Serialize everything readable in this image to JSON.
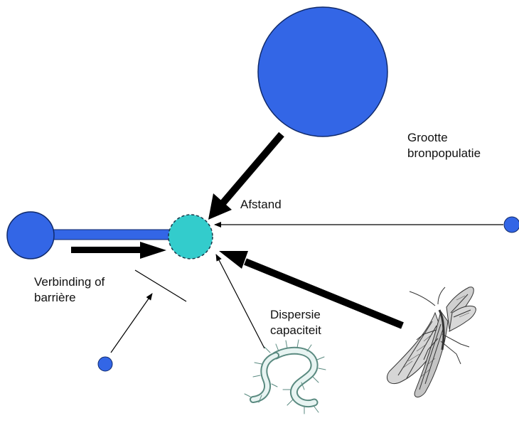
{
  "labels": {
    "source_size": [
      "Grootte",
      "bronpopulatie"
    ],
    "distance": "Afstand",
    "connection": [
      "Verbinding of",
      "barrière"
    ],
    "dispersal": [
      "Dispersie",
      "capaciteit"
    ]
  },
  "colors": {
    "source_fill": "#3366e6",
    "source_stroke": "#102a6b",
    "target_fill": "#33cccc",
    "target_stroke": "#1a3a4a",
    "arrow": "#000000",
    "insect_line": "#333333",
    "larva_line": "#5a8a80",
    "larva_fill": "#e8f4f2"
  },
  "icons": {
    "adult_insect": "caddisfly-icon",
    "larva": "larva-icon"
  }
}
